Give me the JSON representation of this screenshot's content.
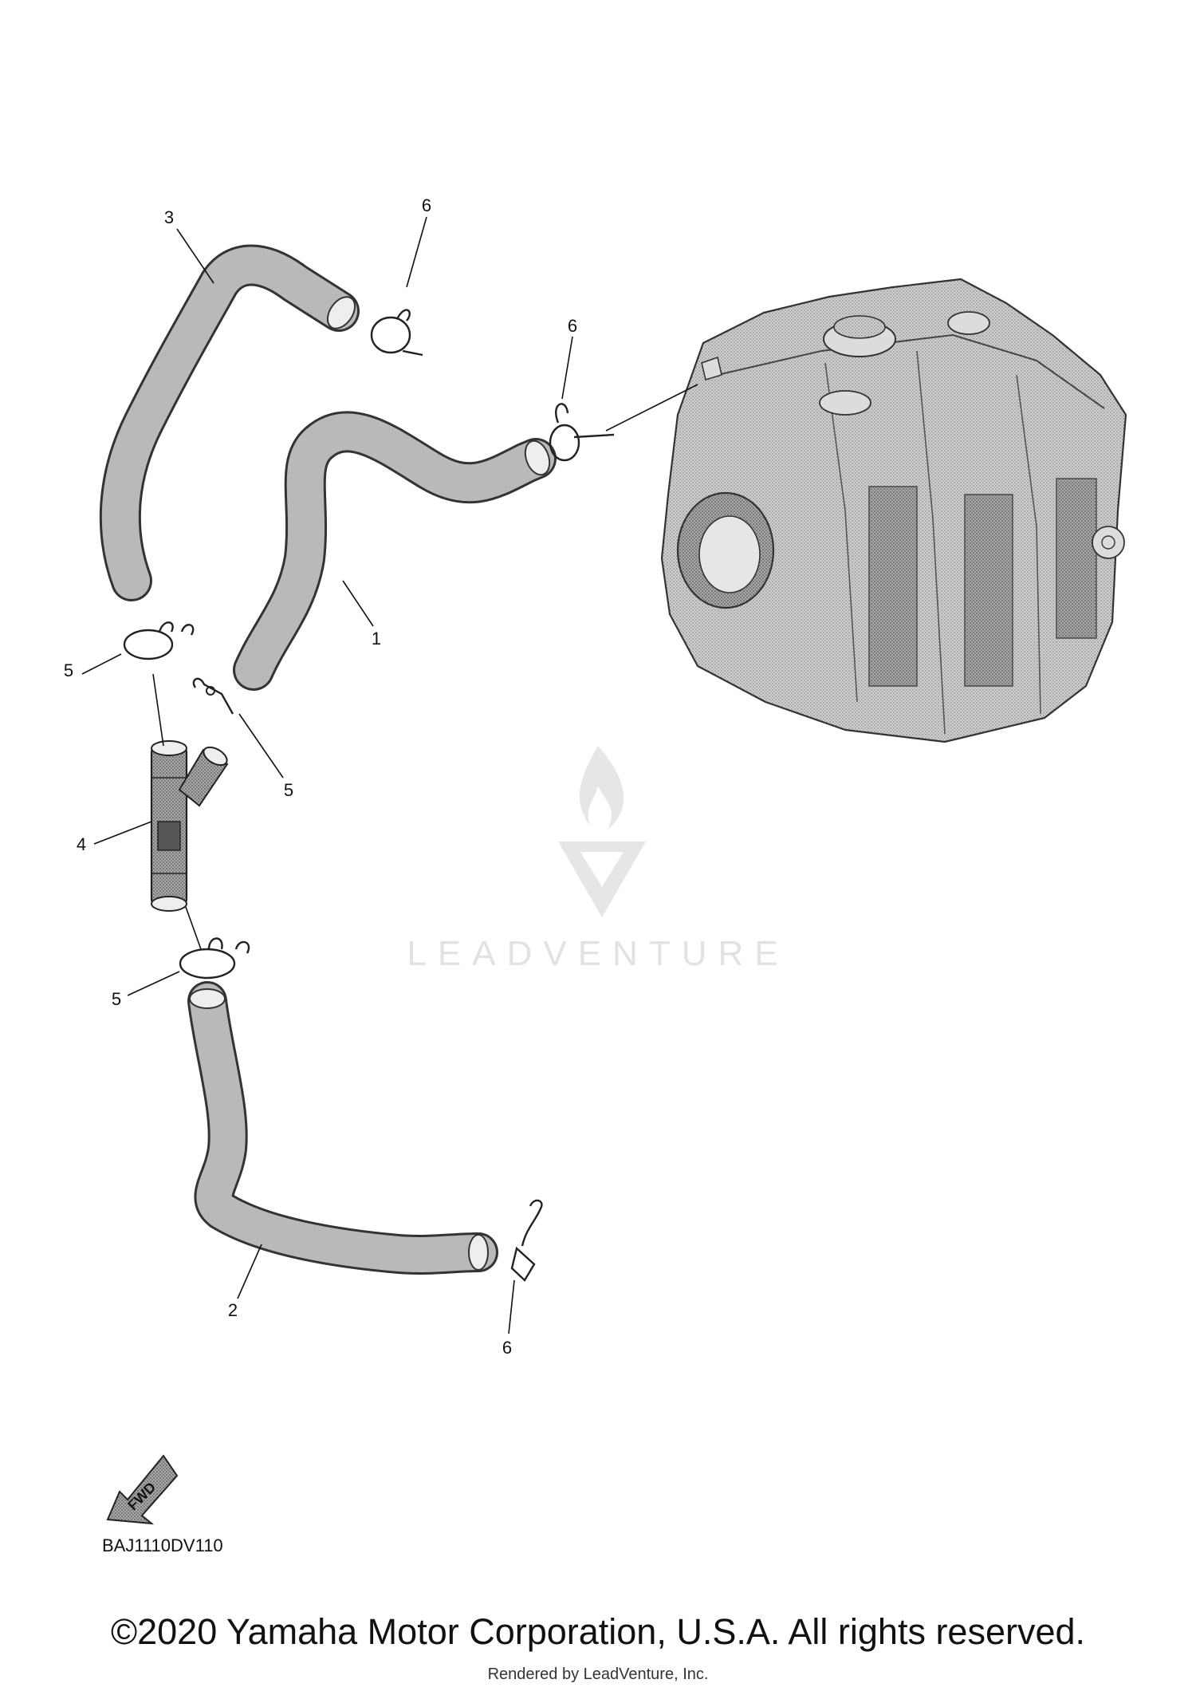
{
  "callouts": {
    "p1": "1",
    "p2": "2",
    "p3": "3",
    "p4": "4",
    "p5a": "5",
    "p5b": "5",
    "p5c": "5",
    "p6a": "6",
    "p6b": "6",
    "p6c": "6"
  },
  "fwd_label": "FWD",
  "diagram_code": "BAJ1110DV110",
  "watermark": "LEADVENTURE",
  "copyright": "©2020 Yamaha Motor Corporation, U.S.A. All rights reserved.",
  "rendered_by": "Rendered by LeadVenture, Inc.",
  "colors": {
    "hose": "#b9b9b9",
    "engine": "#c4c4c4",
    "watermark": "#e2e2e2"
  }
}
